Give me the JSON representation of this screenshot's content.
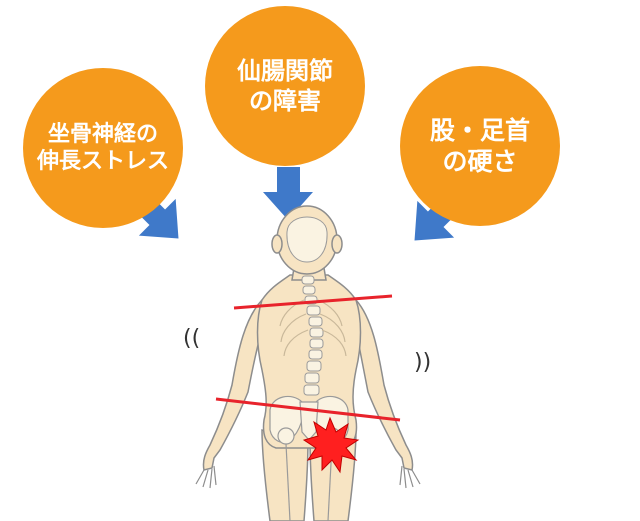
{
  "colors": {
    "bubble": "#f59a1c",
    "arrow": "#3f79c9",
    "skin": "#f7e4c3",
    "outline": "#8d8d8d",
    "line": "#e8232b",
    "pain": "#ff1f1f"
  },
  "bubbles": {
    "left": {
      "line1": "坐骨神経の",
      "line2": "伸長ストレス"
    },
    "center": {
      "line1": "仙腸関節",
      "line2": "の障害"
    },
    "right": {
      "line1": "股・足首",
      "line2": "の硬さ"
    }
  },
  "motion_marks": {
    "left": "((",
    "right": "))"
  }
}
